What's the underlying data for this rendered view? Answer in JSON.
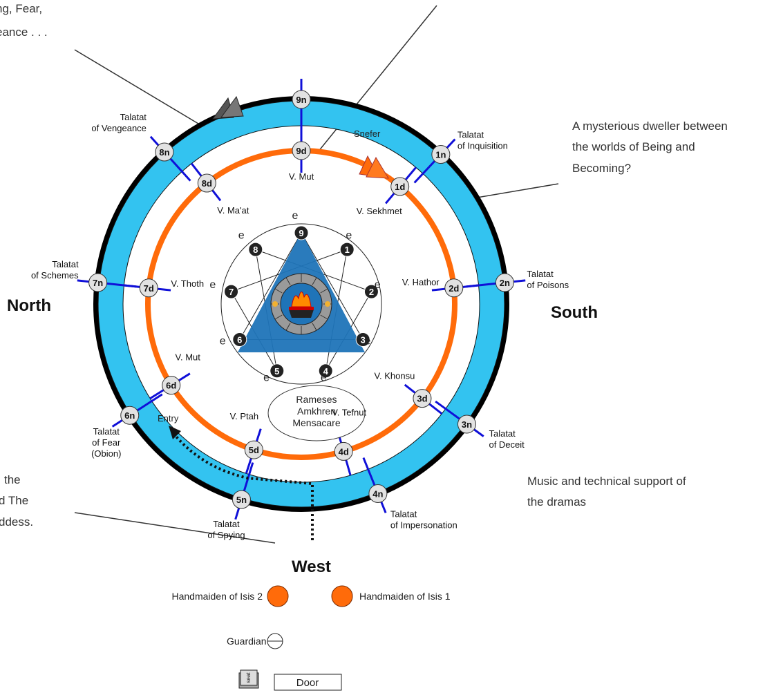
{
  "notes": {
    "top_left": [
      "ng, Fear,",
      "eance . . ."
    ],
    "right": [
      "A mysterious dweller between",
      "the worlds of Being and",
      "Becoming?"
    ],
    "bottom_right": [
      "Music and technical support of",
      "the dramas"
    ],
    "bottom_left": [
      "the",
      "d The",
      "ddess."
    ]
  },
  "directions": {
    "north": "North",
    "south": "South",
    "west": "West"
  },
  "ring_label": "Snefer",
  "center_label": [
    "Rameses",
    "Amkhren",
    "Mensacare"
  ],
  "entry_label": "Entry",
  "outer_nodes": [
    {
      "id": "9n",
      "talatat": []
    },
    {
      "id": "1n",
      "talatat": [
        "Talatat",
        "of Inquisition"
      ]
    },
    {
      "id": "2n",
      "talatat": [
        "Talatat",
        "of Poisons"
      ]
    },
    {
      "id": "3n",
      "talatat": [
        "Talatat",
        "of Deceit"
      ]
    },
    {
      "id": "4n",
      "talatat": [
        "Talatat",
        "of Impersonation"
      ]
    },
    {
      "id": "5n",
      "talatat": [
        "Talatat",
        "of Spying"
      ]
    },
    {
      "id": "6n",
      "talatat": [
        "Talatat",
        "of Fear",
        "(Obion)"
      ]
    },
    {
      "id": "7n",
      "talatat": [
        "Talatat",
        "of Schemes"
      ]
    },
    {
      "id": "8n",
      "talatat": [
        "Talatat",
        "of Vengeance"
      ]
    }
  ],
  "inner_nodes": [
    {
      "id": "9d",
      "vessel": "V. Mut"
    },
    {
      "id": "1d",
      "vessel": "V. Sekhmet"
    },
    {
      "id": "2d",
      "vessel": "V. Hathor"
    },
    {
      "id": "3d",
      "vessel": "V. Khonsu"
    },
    {
      "id": "4d",
      "vessel": "V. Tefnut"
    },
    {
      "id": "5d",
      "vessel": "V. Ptah"
    },
    {
      "id": "6d",
      "vessel": "V. Mut"
    },
    {
      "id": "7d",
      "vessel": "V. Thoth"
    },
    {
      "id": "8d",
      "vessel": "V. Ma'at"
    }
  ],
  "enneagram": {
    "points": [
      "9",
      "1",
      "2",
      "3",
      "4",
      "5",
      "6",
      "7",
      "8"
    ],
    "e_label": "e"
  },
  "legend": {
    "handmaiden_2": "Handmaiden of Isis 2",
    "handmaiden_1": "Handmaiden of Isis 1",
    "guardian": "Guardian",
    "seat": "seat",
    "door": "Door"
  },
  "colors": {
    "ring_blue": "#33c3f0",
    "ring_orange": "#ff6b0a",
    "spoke_blue": "#1010d8",
    "triangle": "#1f74b8",
    "node_fill": "#e2e2e2",
    "enn_fill": "#222222"
  }
}
